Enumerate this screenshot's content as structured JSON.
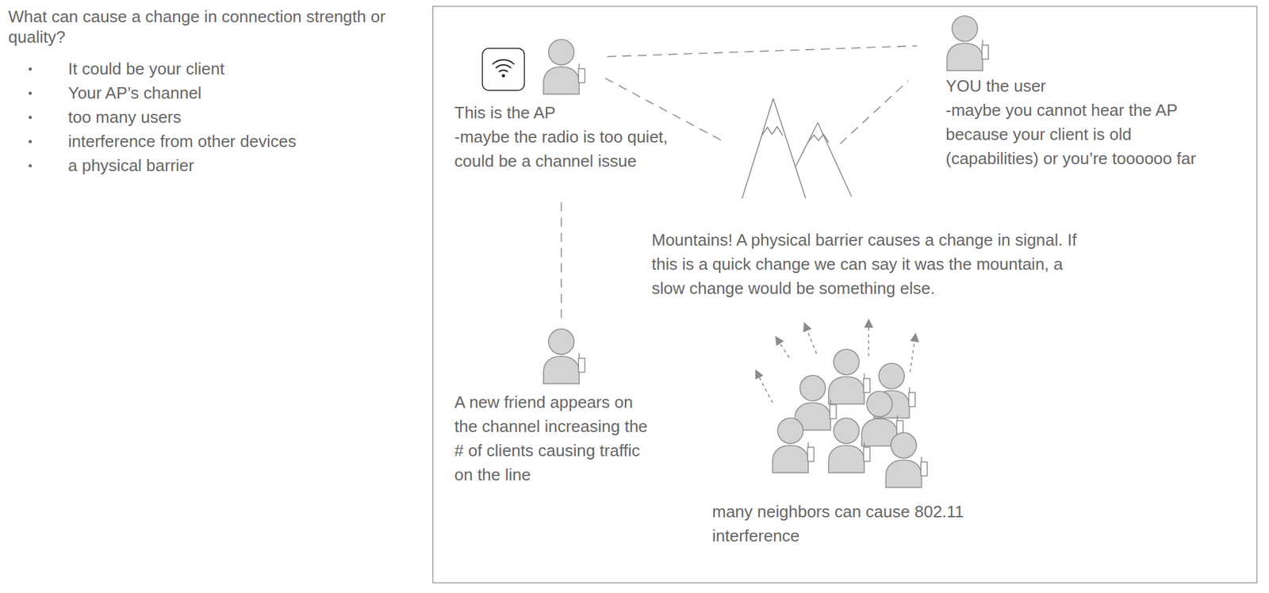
{
  "diagram": {
    "title": "What can cause a change in connection strength or quality?",
    "nodes": [
      {
        "text": [
          "This is the AP",
          "-maybe the radio is too quiet, could be a channel issue"
        ]
      },
      {
        "text": [
          "YOU the user",
          "-maybe you cannot hear the AP because your client is old (capabilities) or you’re toooooo far"
        ]
      },
      {
        "text": [
          "Mountains! A physical barrier causes a change in signal. If this is a quick change we can say it was the mountain, a slow change would be something else."
        ]
      },
      {
        "text": [
          "A new friend appears on the channel increasing the # of clients causing traffic on the line"
        ]
      },
      {
        "text": [
          "many neighbors can cause 802.11 interference"
        ]
      }
    ],
    "edges": [
      {
        "from": 0,
        "to": 1,
        "arrow": "none"
      },
      {
        "from": 0,
        "to": 2,
        "arrow": "none"
      },
      {
        "from": 2,
        "to": 1,
        "arrow": "none"
      },
      {
        "from": 0,
        "to": 3,
        "arrow": "none"
      }
    ],
    "labels": [
      "It could be your client",
      "Your AP’s channel",
      "too many users",
      "interference from other devices",
      "a physical barrier"
    ]
  }
}
